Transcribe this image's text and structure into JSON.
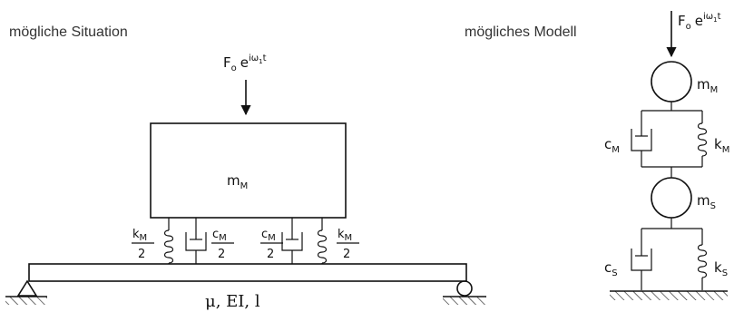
{
  "left": {
    "caption": "mögliche Situation",
    "force": {
      "main": "F",
      "sub": "o",
      "exp": "e",
      "exp_sup": "iω",
      "exp_sup_sub": "1",
      "exp_sup_tail": "t"
    },
    "mass": {
      "main": "m",
      "sub": "M"
    },
    "k_half": {
      "num_main": "k",
      "num_sub": "M",
      "den": "2"
    },
    "c_half": {
      "num_main": "c",
      "num_sub": "M",
      "den": "2"
    },
    "beam_label": "μ, EI, l"
  },
  "right": {
    "caption": "mögliches Modell",
    "force": {
      "main": "F",
      "sub": "o",
      "exp": "e",
      "exp_sup": "iω",
      "exp_sup_sub": "1",
      "exp_sup_tail": "t"
    },
    "mass_top": {
      "main": "m",
      "sub": "M"
    },
    "c_top": {
      "main": "c",
      "sub": "M"
    },
    "k_top": {
      "main": "k",
      "sub": "M"
    },
    "mass_bottom": {
      "main": "m",
      "sub": "S"
    },
    "c_bottom": {
      "main": "c",
      "sub": "S"
    },
    "k_bottom": {
      "main": "k",
      "sub": "S"
    }
  }
}
